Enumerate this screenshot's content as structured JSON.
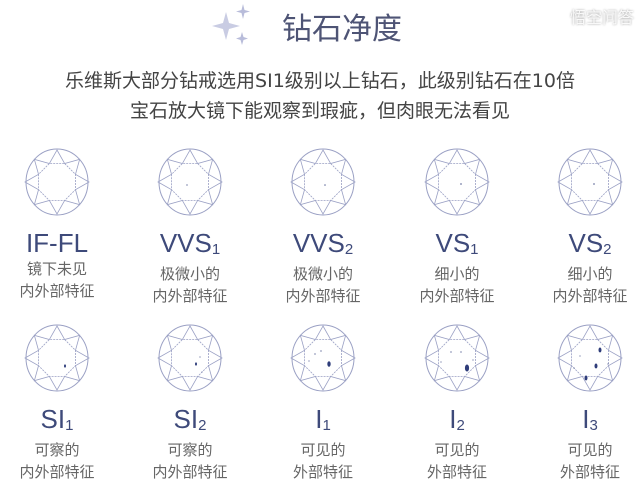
{
  "header": {
    "title": "钻石净度",
    "icon": "sparkle-icon"
  },
  "intro": {
    "line1": "乐维斯大部分钻戒选用SI1级别以上钻石，此级别钻石在10倍",
    "line2": "宝石放大镜下能观察到瑕疵，但肉眼无法看见"
  },
  "grades": [
    {
      "main": "IF-FL",
      "sub": "",
      "line1": "镜下未见",
      "line2": "内外部特征"
    },
    {
      "main": "VVS",
      "sub": "1",
      "line1": "极微小的",
      "line2": "内外部特征"
    },
    {
      "main": "VVS",
      "sub": "2",
      "line1": "极微小的",
      "line2": "内外部特征"
    },
    {
      "main": "VS",
      "sub": "1",
      "line1": "细小的",
      "line2": "内外部特征"
    },
    {
      "main": "VS",
      "sub": "2",
      "line1": "细小的",
      "line2": "内外部特征"
    },
    {
      "main": "SI",
      "sub": "1",
      "line1": "可察的",
      "line2": "内外部特征"
    },
    {
      "main": "SI",
      "sub": "2",
      "line1": "可察的",
      "line2": "内外部特征"
    },
    {
      "main": "I",
      "sub": "1",
      "line1": "可见的",
      "line2": "外部特征"
    },
    {
      "main": "I",
      "sub": "2",
      "line1": "可见的",
      "line2": "外部特征"
    },
    {
      "main": "I",
      "sub": "3",
      "line1": "可见的",
      "line2": "外部特征"
    }
  ],
  "watermark": "悟空问答",
  "colors": {
    "title": "#4e5475",
    "grade": "#3e4a7a",
    "line": "#9aa0c4",
    "inclusion": "#2f3d7a"
  }
}
